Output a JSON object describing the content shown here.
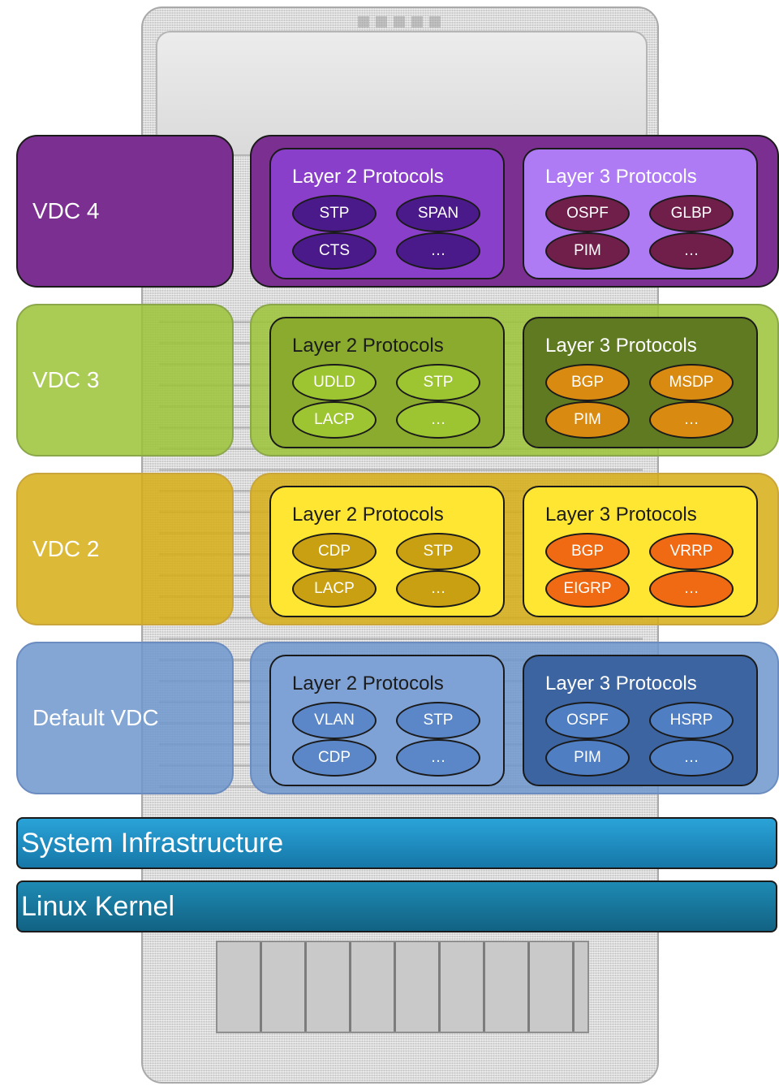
{
  "vdcs": [
    {
      "label": "VDC 4",
      "l2": {
        "title": "Layer 2 Protocols",
        "protocols": [
          "STP",
          "SPAN",
          "CTS",
          "…"
        ]
      },
      "l3": {
        "title": "Layer 3 Protocols",
        "protocols": [
          "OSPF",
          "GLBP",
          "PIM",
          "…"
        ]
      }
    },
    {
      "label": "VDC 3",
      "l2": {
        "title": "Layer 2 Protocols",
        "protocols": [
          "UDLD",
          "STP",
          "LACP",
          "…"
        ]
      },
      "l3": {
        "title": "Layer 3 Protocols",
        "protocols": [
          "BGP",
          "MSDP",
          "PIM",
          "…"
        ]
      }
    },
    {
      "label": "VDC 2",
      "l2": {
        "title": "Layer 2 Protocols",
        "protocols": [
          "CDP",
          "STP",
          "LACP",
          "…"
        ]
      },
      "l3": {
        "title": "Layer 3 Protocols",
        "protocols": [
          "BGP",
          "VRRP",
          "EIGRP",
          "…"
        ]
      }
    },
    {
      "label": "Default VDC",
      "l2": {
        "title": "Layer 2 Protocols",
        "protocols": [
          "VLAN",
          "STP",
          "CDP",
          "…"
        ]
      },
      "l3": {
        "title": "Layer 3 Protocols",
        "protocols": [
          "OSPF",
          "HSRP",
          "PIM",
          "…"
        ]
      }
    }
  ],
  "system_infrastructure": "System Infrastructure",
  "linux_kernel": "Linux Kernel"
}
